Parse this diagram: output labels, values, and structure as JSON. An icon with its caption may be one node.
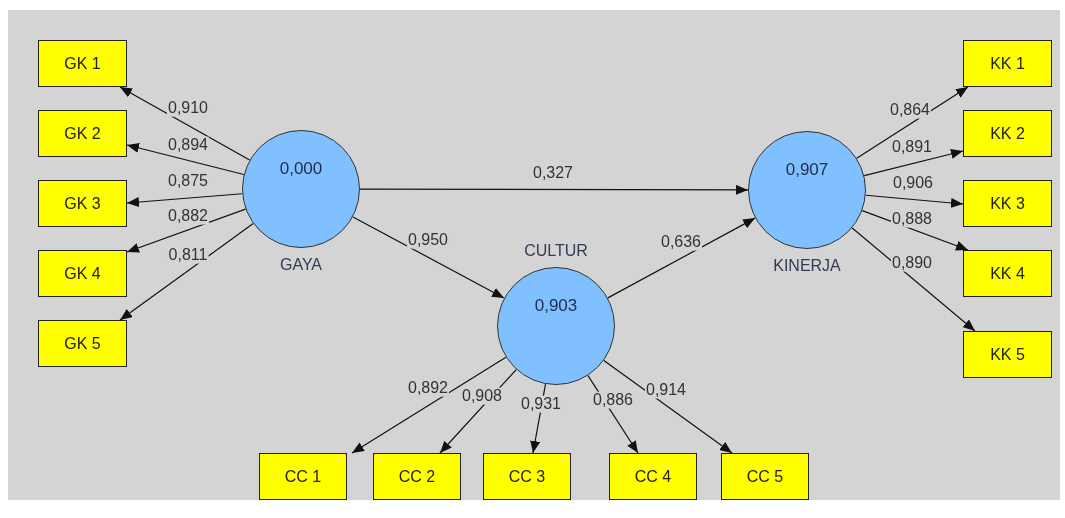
{
  "diagram": {
    "nodes": [
      {
        "text": [
          "0,000"
        ],
        "beside": [
          "GAYA"
        ]
      },
      {
        "text": [
          "0,903"
        ],
        "beside": [
          "CULTUR"
        ]
      },
      {
        "text": [
          "0,907"
        ],
        "beside": [
          "KINERJA"
        ]
      },
      {
        "text": [
          "GK 1"
        ]
      },
      {
        "text": [
          "GK 2"
        ]
      },
      {
        "text": [
          "GK 3"
        ]
      },
      {
        "text": [
          "GK 4"
        ]
      },
      {
        "text": [
          "GK 5"
        ]
      },
      {
        "text": [
          "KK 1"
        ]
      },
      {
        "text": [
          "KK 2"
        ]
      },
      {
        "text": [
          "KK 3"
        ]
      },
      {
        "text": [
          "KK 4"
        ]
      },
      {
        "text": [
          "KK 5"
        ]
      },
      {
        "text": [
          "CC 1"
        ]
      },
      {
        "text": [
          "CC 2"
        ]
      },
      {
        "text": [
          "CC 3"
        ]
      },
      {
        "text": [
          "CC 4"
        ]
      },
      {
        "text": [
          "CC 5"
        ]
      }
    ],
    "edges": [
      {
        "from": 0,
        "to": 3,
        "arrow": "to",
        "label": "0,910"
      },
      {
        "from": 0,
        "to": 4,
        "arrow": "to",
        "label": "0,894"
      },
      {
        "from": 0,
        "to": 5,
        "arrow": "to",
        "label": "0,875"
      },
      {
        "from": 0,
        "to": 6,
        "arrow": "to",
        "label": "0,882"
      },
      {
        "from": 0,
        "to": 7,
        "arrow": "to",
        "label": "0,811"
      },
      {
        "from": 0,
        "to": 2,
        "arrow": "to",
        "label": "0,327"
      },
      {
        "from": 0,
        "to": 1,
        "arrow": "to",
        "label": "0,950"
      },
      {
        "from": 1,
        "to": 2,
        "arrow": "to",
        "label": "0,636"
      },
      {
        "from": 2,
        "to": 8,
        "arrow": "to",
        "label": "0,864"
      },
      {
        "from": 2,
        "to": 9,
        "arrow": "to",
        "label": "0,891"
      },
      {
        "from": 2,
        "to": 10,
        "arrow": "to",
        "label": "0,906"
      },
      {
        "from": 2,
        "to": 11,
        "arrow": "to",
        "label": "0,888"
      },
      {
        "from": 2,
        "to": 12,
        "arrow": "to",
        "label": "0,890"
      },
      {
        "from": 1,
        "to": 13,
        "arrow": "to",
        "label": "0,892"
      },
      {
        "from": 1,
        "to": 14,
        "arrow": "to",
        "label": "0,908"
      },
      {
        "from": 1,
        "to": 15,
        "arrow": "to",
        "label": "0,931"
      },
      {
        "from": 1,
        "to": 16,
        "arrow": "to",
        "label": "0,886"
      },
      {
        "from": 1,
        "to": 17,
        "arrow": "to",
        "label": "0,914"
      }
    ]
  }
}
